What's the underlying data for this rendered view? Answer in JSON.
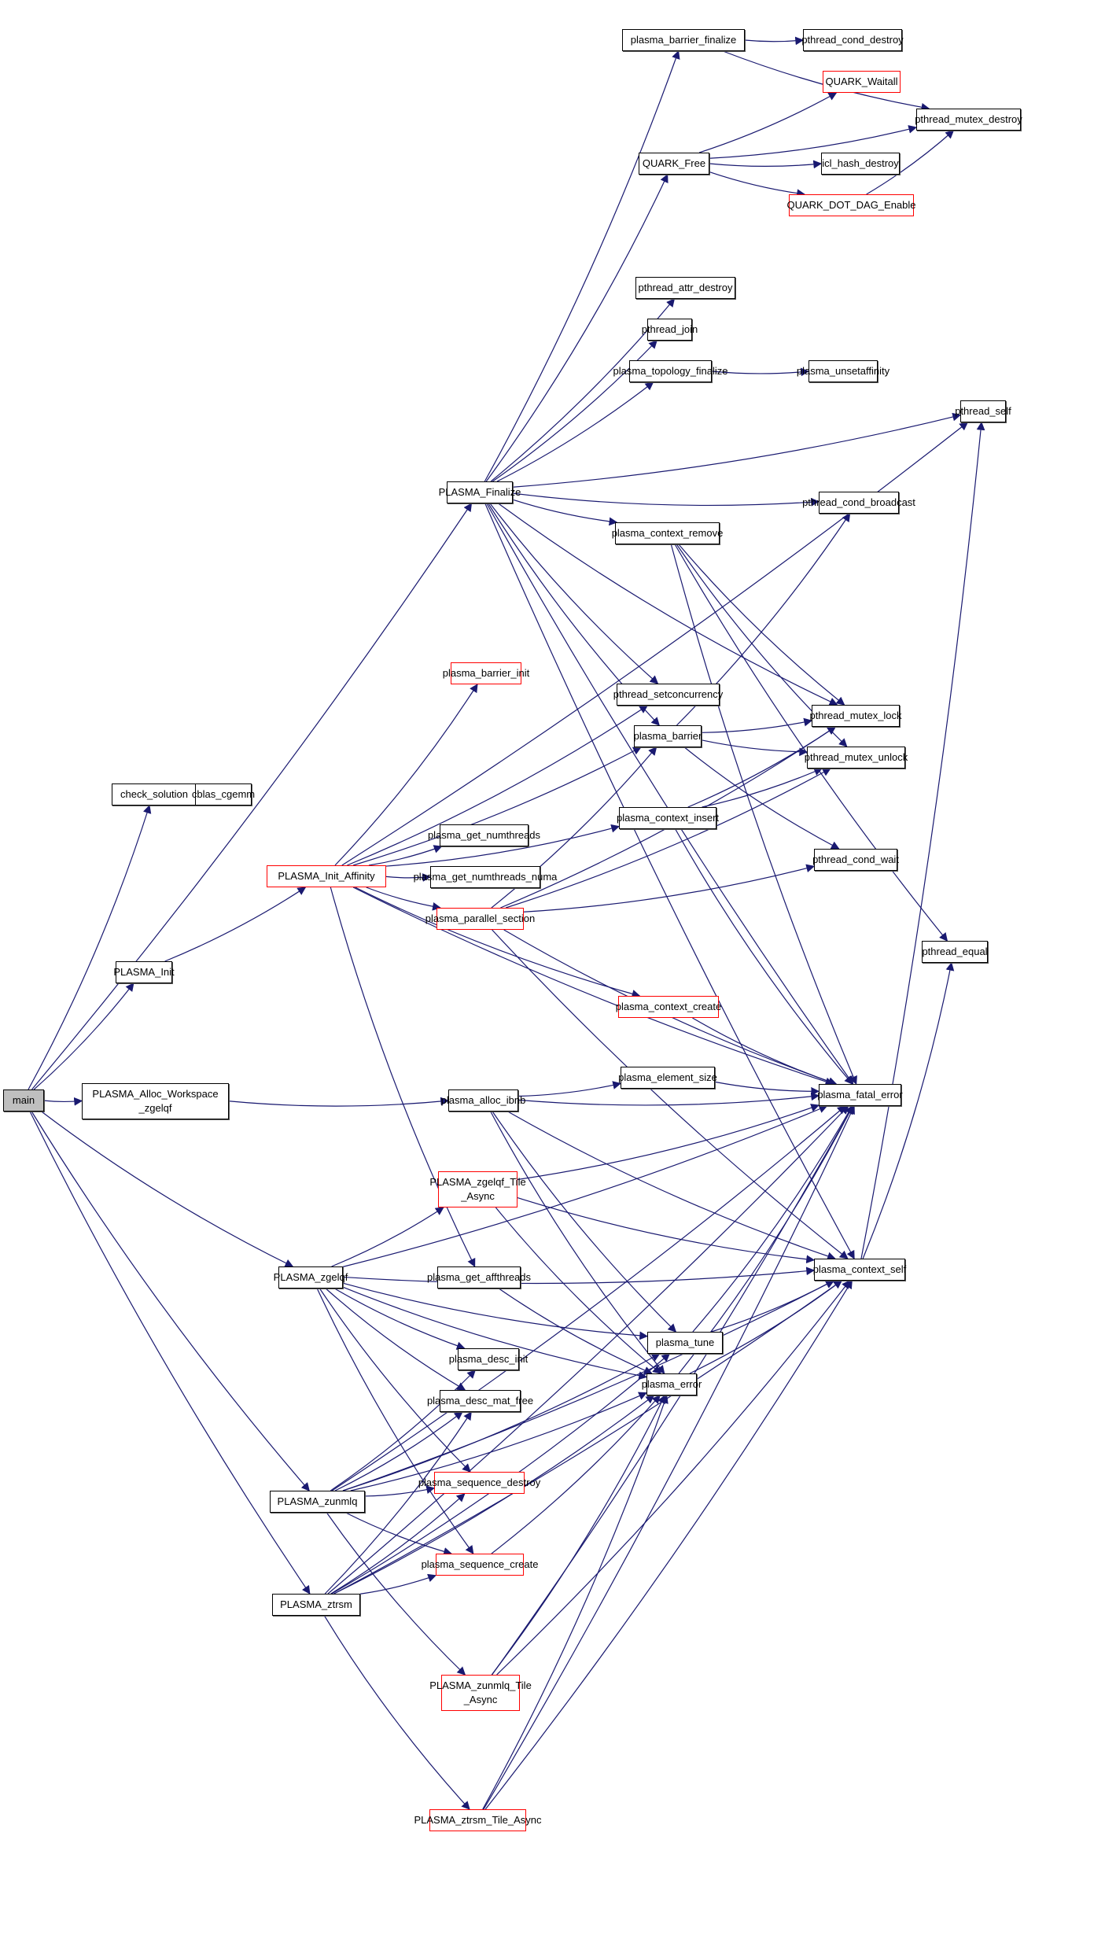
{
  "graph": {
    "title": "Call graph for main",
    "edge_color": "#191970",
    "colors": {
      "normal_border": "#000000",
      "incomplete_border": "#ff0000",
      "root_fill": "#bfbfbf"
    },
    "nodes": [
      {
        "id": "main",
        "label": "main",
        "style": "root"
      },
      {
        "id": "check_solution",
        "label": "check_solution",
        "style": "normal"
      },
      {
        "id": "cblas_cgemm",
        "label": "cblas_cgemm",
        "style": "normal"
      },
      {
        "id": "PLASMA_Init",
        "label": "PLASMA_Init",
        "style": "normal"
      },
      {
        "id": "PLASMA_Init_Affinity",
        "label": "PLASMA_Init_Affinity",
        "style": "red"
      },
      {
        "id": "PLASMA_Alloc_Workspace_zgelqf",
        "label": "PLASMA_Alloc_Workspace\n_zgelqf",
        "style": "normal"
      },
      {
        "id": "PLASMA_zgelqf",
        "label": "PLASMA_zgelqf",
        "style": "normal"
      },
      {
        "id": "PLASMA_zunmlq",
        "label": "PLASMA_zunmlq",
        "style": "normal"
      },
      {
        "id": "PLASMA_ztrsm",
        "label": "PLASMA_ztrsm",
        "style": "normal"
      },
      {
        "id": "plasma_barrier_finalize",
        "label": "plasma_barrier_finalize",
        "style": "normal"
      },
      {
        "id": "QUARK_Free",
        "label": "QUARK_Free",
        "style": "normal"
      },
      {
        "id": "pthread_attr_destroy",
        "label": "pthread_attr_destroy",
        "style": "normal"
      },
      {
        "id": "pthread_join",
        "label": "pthread_join",
        "style": "normal"
      },
      {
        "id": "plasma_topology_finalize",
        "label": "plasma_topology_finalize",
        "style": "normal"
      },
      {
        "id": "PLASMA_Finalize",
        "label": "PLASMA_Finalize",
        "style": "normal"
      },
      {
        "id": "plasma_context_remove",
        "label": "plasma_context_remove",
        "style": "normal"
      },
      {
        "id": "plasma_barrier_init",
        "label": "plasma_barrier_init",
        "style": "red"
      },
      {
        "id": "pthread_setconcurrency",
        "label": "pthread_setconcurrency",
        "style": "normal"
      },
      {
        "id": "plasma_barrier",
        "label": "plasma_barrier",
        "style": "normal"
      },
      {
        "id": "plasma_context_insert",
        "label": "plasma_context_insert",
        "style": "normal"
      },
      {
        "id": "plasma_get_numthreads",
        "label": "plasma_get_numthreads",
        "style": "normal"
      },
      {
        "id": "plasma_get_numthreads_numa",
        "label": "plasma_get_numthreads_numa",
        "style": "normal"
      },
      {
        "id": "plasma_parallel_section",
        "label": "plasma_parallel_section",
        "style": "red"
      },
      {
        "id": "plasma_context_create",
        "label": "plasma_context_create",
        "style": "red"
      },
      {
        "id": "plasma_alloc_ibnb",
        "label": "plasma_alloc_ibnb",
        "style": "normal"
      },
      {
        "id": "plasma_element_size",
        "label": "plasma_element_size",
        "style": "normal"
      },
      {
        "id": "PLASMA_zgelqf_Tile_Async",
        "label": "PLASMA_zgelqf_Tile\n_Async",
        "style": "red"
      },
      {
        "id": "plasma_get_affthreads",
        "label": "plasma_get_affthreads",
        "style": "normal"
      },
      {
        "id": "plasma_tune",
        "label": "plasma_tune",
        "style": "normal"
      },
      {
        "id": "plasma_error",
        "label": "plasma_error",
        "style": "normal"
      },
      {
        "id": "plasma_desc_init",
        "label": "plasma_desc_init",
        "style": "normal"
      },
      {
        "id": "plasma_desc_mat_free",
        "label": "plasma_desc_mat_free",
        "style": "normal"
      },
      {
        "id": "plasma_sequence_destroy",
        "label": "plasma_sequence_destroy",
        "style": "red"
      },
      {
        "id": "plasma_sequence_create",
        "label": "plasma_sequence_create",
        "style": "red"
      },
      {
        "id": "PLASMA_zunmlq_Tile_Async",
        "label": "PLASMA_zunmlq_Tile\n_Async",
        "style": "red"
      },
      {
        "id": "PLASMA_ztrsm_Tile_Async",
        "label": "PLASMA_ztrsm_Tile_Async",
        "style": "red"
      },
      {
        "id": "pthread_cond_destroy",
        "label": "pthread_cond_destroy",
        "style": "normal"
      },
      {
        "id": "QUARK_Waitall",
        "label": "QUARK_Waitall",
        "style": "red"
      },
      {
        "id": "icl_hash_destroy",
        "label": "icl_hash_destroy",
        "style": "normal"
      },
      {
        "id": "QUARK_DOT_DAG_Enable",
        "label": "QUARK_DOT_DAG_Enable",
        "style": "red"
      },
      {
        "id": "plasma_unsetaffinity",
        "label": "plasma_unsetaffinity",
        "style": "normal"
      },
      {
        "id": "pthread_cond_broadcast",
        "label": "pthread_cond_broadcast",
        "style": "normal"
      },
      {
        "id": "pthread_mutex_lock",
        "label": "pthread_mutex_lock",
        "style": "normal"
      },
      {
        "id": "pthread_mutex_unlock",
        "label": "pthread_mutex_unlock",
        "style": "normal"
      },
      {
        "id": "pthread_cond_wait",
        "label": "pthread_cond_wait",
        "style": "normal"
      },
      {
        "id": "plasma_fatal_error",
        "label": "plasma_fatal_error",
        "style": "normal"
      },
      {
        "id": "plasma_context_self",
        "label": "plasma_context_self",
        "style": "normal"
      },
      {
        "id": "pthread_mutex_destroy",
        "label": "pthread_mutex_destroy",
        "style": "normal"
      },
      {
        "id": "pthread_self",
        "label": "pthread_self",
        "style": "normal"
      },
      {
        "id": "pthread_equal",
        "label": "pthread_equal",
        "style": "normal"
      }
    ],
    "edges": [
      [
        "main",
        "check_solution"
      ],
      [
        "main",
        "PLASMA_Init"
      ],
      [
        "main",
        "PLASMA_Alloc_Workspace_zgelqf"
      ],
      [
        "main",
        "PLASMA_zgelqf"
      ],
      [
        "main",
        "PLASMA_zunmlq"
      ],
      [
        "main",
        "PLASMA_ztrsm"
      ],
      [
        "main",
        "PLASMA_Finalize"
      ],
      [
        "check_solution",
        "cblas_cgemm"
      ],
      [
        "PLASMA_Init",
        "PLASMA_Init_Affinity"
      ],
      [
        "PLASMA_Init_Affinity",
        "plasma_barrier_init"
      ],
      [
        "PLASMA_Init_Affinity",
        "pthread_setconcurrency"
      ],
      [
        "PLASMA_Init_Affinity",
        "plasma_barrier"
      ],
      [
        "PLASMA_Init_Affinity",
        "plasma_context_insert"
      ],
      [
        "PLASMA_Init_Affinity",
        "plasma_get_numthreads"
      ],
      [
        "PLASMA_Init_Affinity",
        "plasma_get_numthreads_numa"
      ],
      [
        "PLASMA_Init_Affinity",
        "plasma_parallel_section"
      ],
      [
        "PLASMA_Init_Affinity",
        "plasma_context_create"
      ],
      [
        "PLASMA_Init_Affinity",
        "plasma_fatal_error"
      ],
      [
        "PLASMA_Init_Affinity",
        "plasma_get_affthreads"
      ],
      [
        "PLASMA_Init_Affinity",
        "pthread_self"
      ],
      [
        "PLASMA_Alloc_Workspace_zgelqf",
        "plasma_alloc_ibnb"
      ],
      [
        "plasma_alloc_ibnb",
        "plasma_element_size"
      ],
      [
        "plasma_alloc_ibnb",
        "plasma_fatal_error"
      ],
      [
        "plasma_alloc_ibnb",
        "plasma_context_self"
      ],
      [
        "plasma_alloc_ibnb",
        "plasma_tune"
      ],
      [
        "plasma_alloc_ibnb",
        "plasma_error"
      ],
      [
        "plasma_element_size",
        "plasma_fatal_error"
      ],
      [
        "PLASMA_Finalize",
        "plasma_barrier_finalize"
      ],
      [
        "PLASMA_Finalize",
        "QUARK_Free"
      ],
      [
        "PLASMA_Finalize",
        "pthread_attr_destroy"
      ],
      [
        "PLASMA_Finalize",
        "pthread_join"
      ],
      [
        "PLASMA_Finalize",
        "plasma_topology_finalize"
      ],
      [
        "PLASMA_Finalize",
        "pthread_self"
      ],
      [
        "PLASMA_Finalize",
        "pthread_cond_broadcast"
      ],
      [
        "PLASMA_Finalize",
        "plasma_context_remove"
      ],
      [
        "PLASMA_Finalize",
        "pthread_setconcurrency"
      ],
      [
        "PLASMA_Finalize",
        "plasma_barrier"
      ],
      [
        "PLASMA_Finalize",
        "pthread_mutex_lock"
      ],
      [
        "PLASMA_Finalize",
        "plasma_fatal_error"
      ],
      [
        "PLASMA_Finalize",
        "plasma_context_self"
      ],
      [
        "plasma_barrier_finalize",
        "pthread_cond_destroy"
      ],
      [
        "plasma_barrier_finalize",
        "pthread_mutex_destroy"
      ],
      [
        "QUARK_Free",
        "QUARK_Waitall"
      ],
      [
        "QUARK_Free",
        "pthread_mutex_destroy"
      ],
      [
        "QUARK_Free",
        "icl_hash_destroy"
      ],
      [
        "QUARK_Free",
        "QUARK_DOT_DAG_Enable"
      ],
      [
        "QUARK_DOT_DAG_Enable",
        "pthread_mutex_destroy"
      ],
      [
        "plasma_topology_finalize",
        "plasma_unsetaffinity"
      ],
      [
        "plasma_context_remove",
        "pthread_mutex_lock"
      ],
      [
        "plasma_context_remove",
        "pthread_mutex_unlock"
      ],
      [
        "plasma_context_remove",
        "pthread_equal"
      ],
      [
        "plasma_context_remove",
        "plasma_fatal_error"
      ],
      [
        "plasma_barrier",
        "pthread_cond_broadcast"
      ],
      [
        "plasma_barrier",
        "pthread_mutex_lock"
      ],
      [
        "plasma_barrier",
        "pthread_mutex_unlock"
      ],
      [
        "plasma_barrier",
        "pthread_cond_wait"
      ],
      [
        "plasma_context_insert",
        "pthread_mutex_lock"
      ],
      [
        "plasma_context_insert",
        "pthread_mutex_unlock"
      ],
      [
        "plasma_context_insert",
        "plasma_fatal_error"
      ],
      [
        "plasma_parallel_section",
        "plasma_barrier"
      ],
      [
        "plasma_parallel_section",
        "pthread_mutex_lock"
      ],
      [
        "plasma_parallel_section",
        "pthread_mutex_unlock"
      ],
      [
        "plasma_parallel_section",
        "pthread_cond_wait"
      ],
      [
        "plasma_parallel_section",
        "plasma_fatal_error"
      ],
      [
        "plasma_parallel_section",
        "plasma_context_self"
      ],
      [
        "plasma_context_create",
        "plasma_fatal_error"
      ],
      [
        "PLASMA_zgelqf",
        "PLASMA_zgelqf_Tile_Async"
      ],
      [
        "PLASMA_zgelqf",
        "plasma_fatal_error"
      ],
      [
        "PLASMA_zgelqf",
        "plasma_context_self"
      ],
      [
        "PLASMA_zgelqf",
        "plasma_tune"
      ],
      [
        "PLASMA_zgelqf",
        "plasma_error"
      ],
      [
        "PLASMA_zgelqf",
        "plasma_desc_init"
      ],
      [
        "PLASMA_zgelqf",
        "plasma_desc_mat_free"
      ],
      [
        "PLASMA_zgelqf",
        "plasma_sequence_destroy"
      ],
      [
        "PLASMA_zgelqf",
        "plasma_sequence_create"
      ],
      [
        "PLASMA_zgelqf_Tile_Async",
        "plasma_fatal_error"
      ],
      [
        "PLASMA_zgelqf_Tile_Async",
        "plasma_context_self"
      ],
      [
        "PLASMA_zgelqf_Tile_Async",
        "plasma_error"
      ],
      [
        "plasma_get_affthreads",
        "plasma_error"
      ],
      [
        "plasma_tune",
        "plasma_context_self"
      ],
      [
        "plasma_tune",
        "plasma_fatal_error"
      ],
      [
        "plasma_error",
        "plasma_context_self"
      ],
      [
        "plasma_error",
        "plasma_fatal_error"
      ],
      [
        "PLASMA_zunmlq",
        "plasma_desc_init"
      ],
      [
        "PLASMA_zunmlq",
        "plasma_desc_mat_free"
      ],
      [
        "PLASMA_zunmlq",
        "plasma_sequence_destroy"
      ],
      [
        "PLASMA_zunmlq",
        "plasma_sequence_create"
      ],
      [
        "PLASMA_zunmlq",
        "plasma_tune"
      ],
      [
        "PLASMA_zunmlq",
        "plasma_error"
      ],
      [
        "PLASMA_zunmlq",
        "PLASMA_zunmlq_Tile_Async"
      ],
      [
        "PLASMA_zunmlq",
        "plasma_fatal_error"
      ],
      [
        "PLASMA_zunmlq",
        "plasma_context_self"
      ],
      [
        "PLASMA_ztrsm",
        "plasma_desc_mat_free"
      ],
      [
        "PLASMA_ztrsm",
        "plasma_sequence_destroy"
      ],
      [
        "PLASMA_ztrsm",
        "plasma_sequence_create"
      ],
      [
        "PLASMA_ztrsm",
        "plasma_tune"
      ],
      [
        "PLASMA_ztrsm",
        "plasma_error"
      ],
      [
        "PLASMA_ztrsm",
        "PLASMA_ztrsm_Tile_Async"
      ],
      [
        "PLASMA_ztrsm",
        "plasma_fatal_error"
      ],
      [
        "PLASMA_ztrsm",
        "plasma_context_self"
      ],
      [
        "plasma_sequence_create",
        "plasma_error"
      ],
      [
        "PLASMA_zunmlq_Tile_Async",
        "plasma_fatal_error"
      ],
      [
        "PLASMA_zunmlq_Tile_Async",
        "plasma_context_self"
      ],
      [
        "PLASMA_zunmlq_Tile_Async",
        "plasma_error"
      ],
      [
        "PLASMA_ztrsm_Tile_Async",
        "plasma_fatal_error"
      ],
      [
        "PLASMA_ztrsm_Tile_Async",
        "plasma_context_self"
      ],
      [
        "PLASMA_ztrsm_Tile_Async",
        "plasma_error"
      ],
      [
        "plasma_context_self",
        "pthread_self"
      ],
      [
        "plasma_context_self",
        "pthread_equal"
      ]
    ]
  }
}
